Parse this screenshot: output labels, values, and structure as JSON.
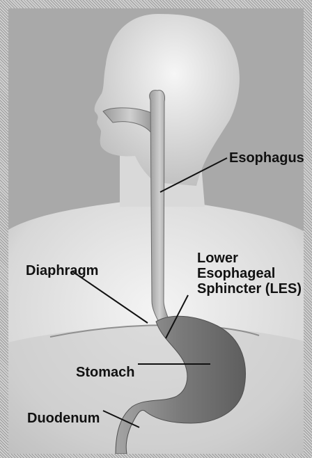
{
  "labels": {
    "esophagus": "Esophagus",
    "diaphragm": "Diaphragm",
    "les": [
      "Lower",
      "Esophageal",
      "Sphincter (LES)"
    ],
    "stomach": "Stomach",
    "duodenum": "Duodenum"
  },
  "colors": {
    "background": "#a9a9a9",
    "body_light": "#f2f2f2",
    "body_mid": "#cfcfcf",
    "organ": "#8c8c8c",
    "label_text": "#111111"
  }
}
